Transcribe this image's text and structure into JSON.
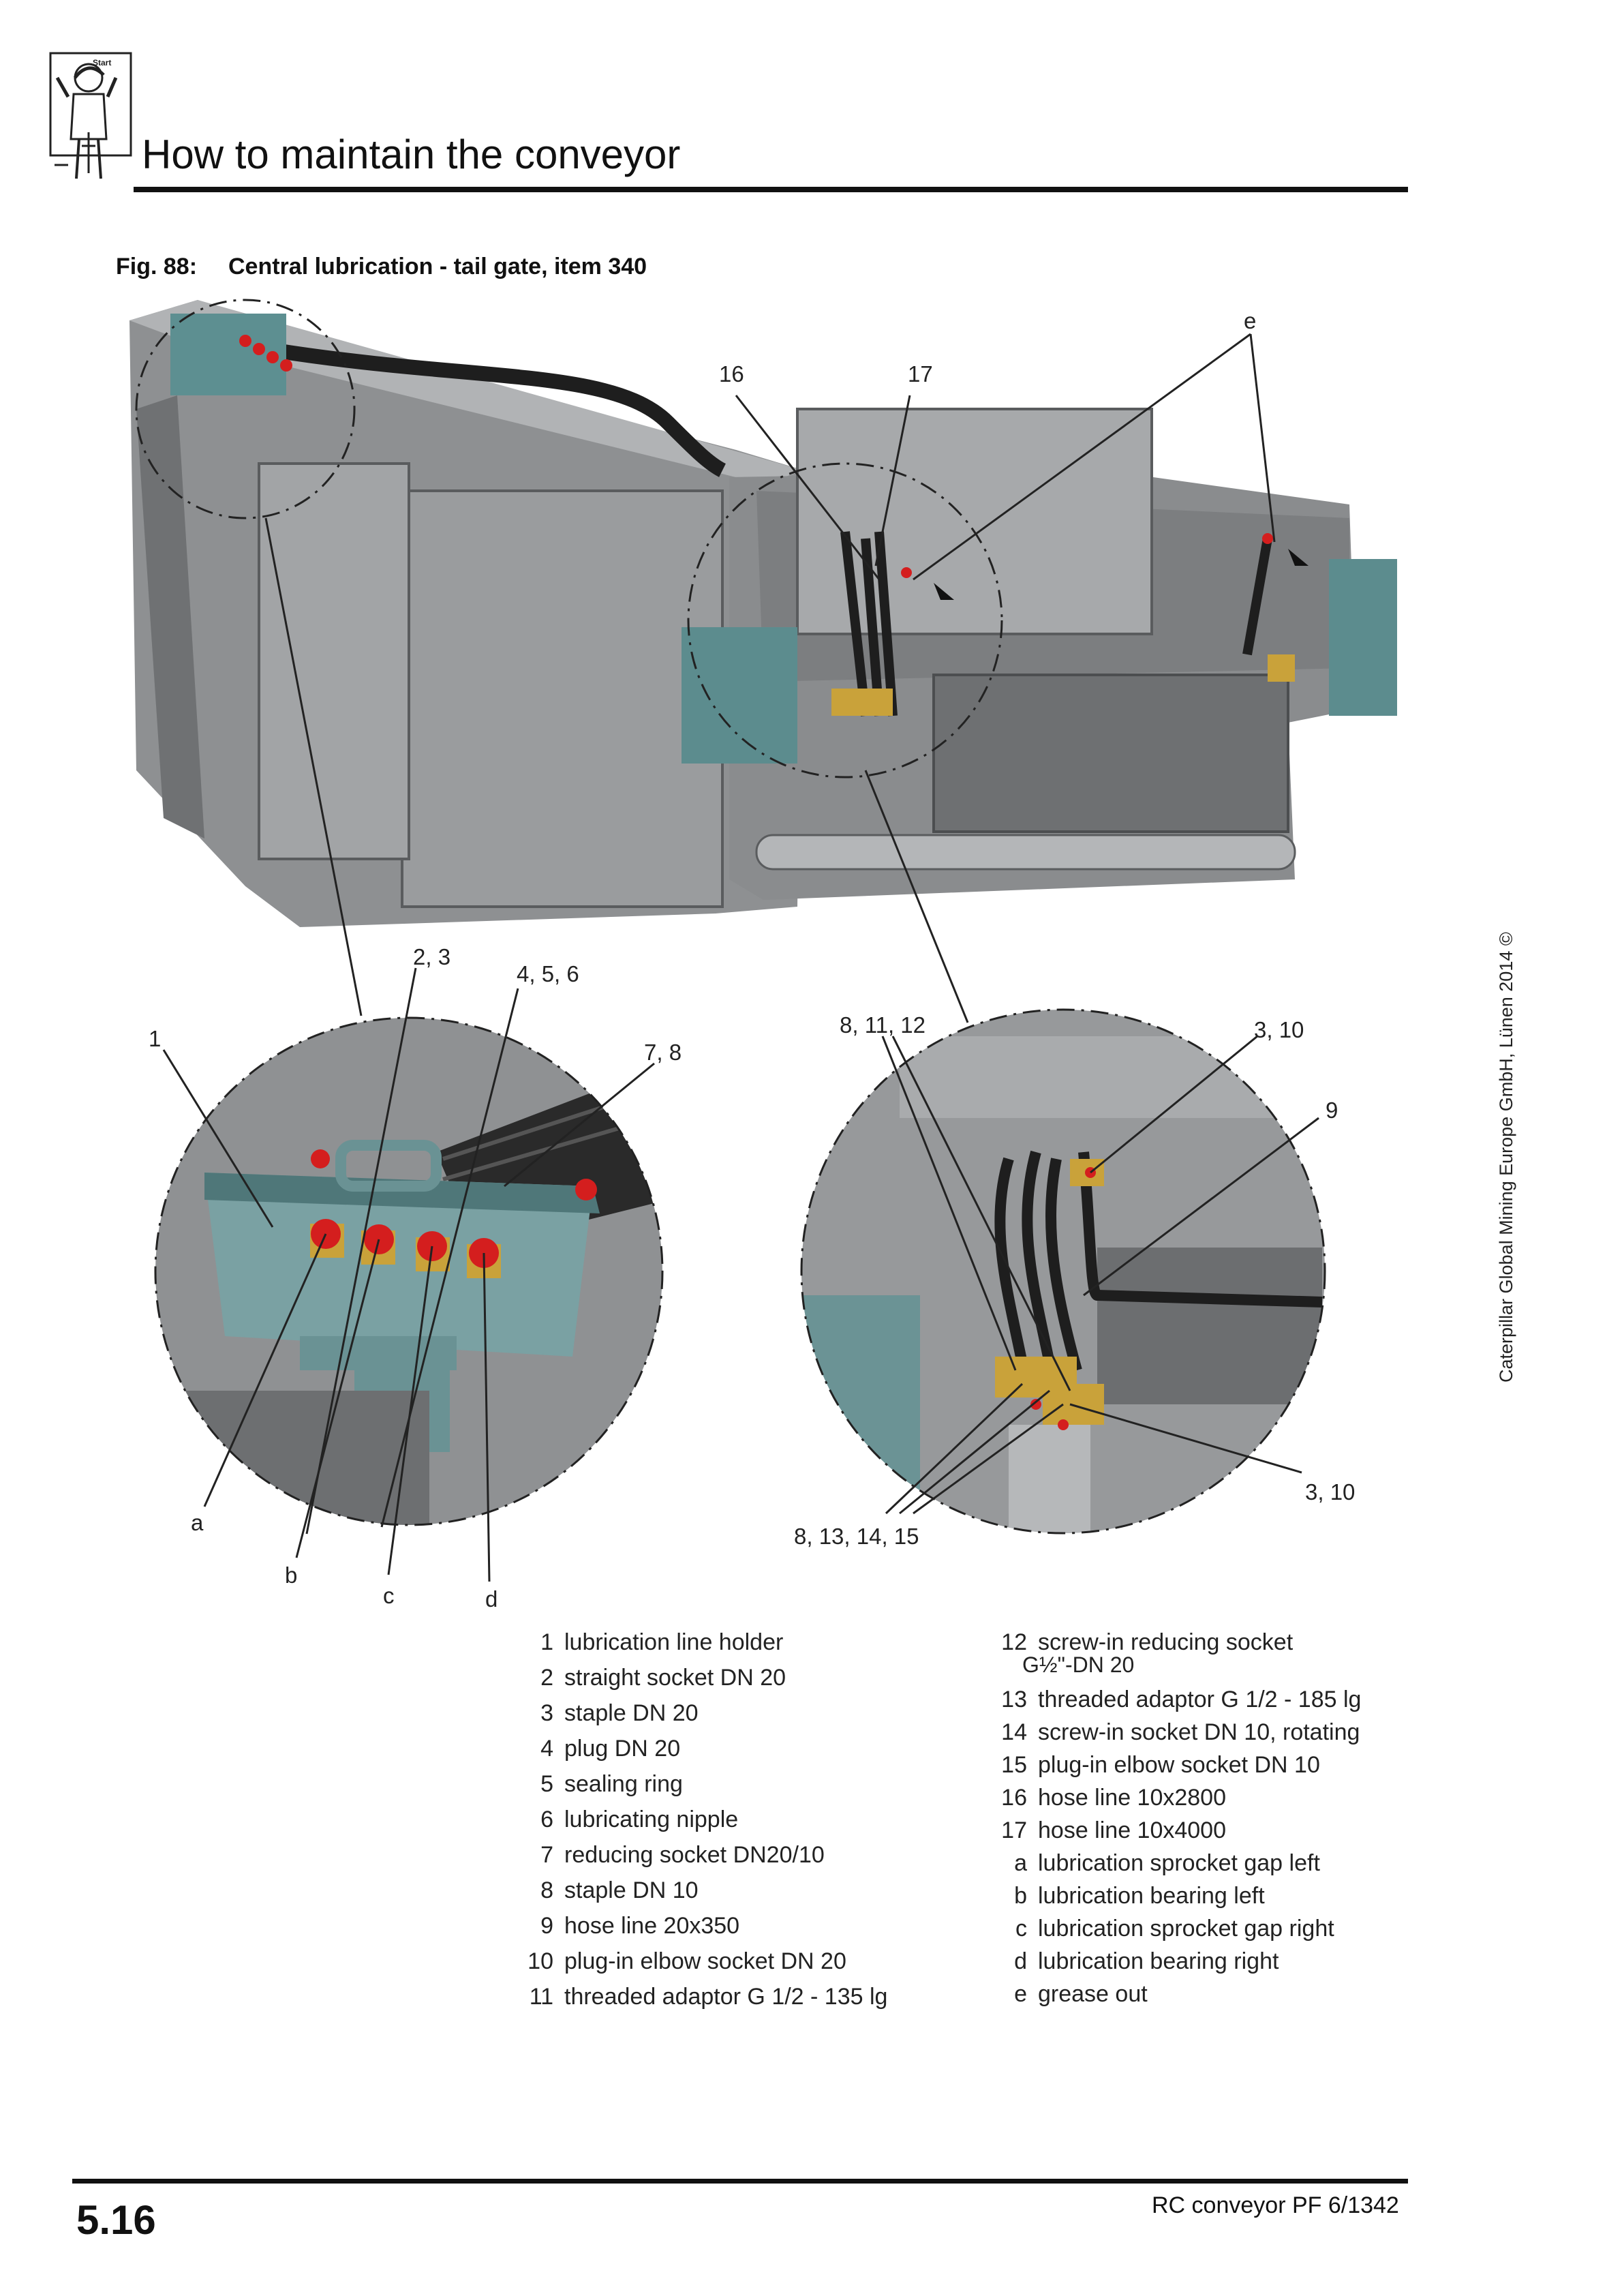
{
  "header": {
    "title": "How to maintain the conveyor",
    "logo_text": "Start"
  },
  "figure": {
    "number": "Fig. 88:",
    "title": "Central lubrication - tail gate, item 340",
    "callouts": {
      "e": "e",
      "c16": "16",
      "c17": "17",
      "c23": "2, 3",
      "c456": "4, 5, 6",
      "c1": "1",
      "c78": "7, 8",
      "c81112": "8, 11, 12",
      "c310a": "3, 10",
      "c9": "9",
      "c310b": "3, 10",
      "c8131415": "8, 13, 14, 15",
      "a": "a",
      "b": "b",
      "c": "c",
      "d": "d"
    }
  },
  "legend": {
    "left": [
      {
        "key": "1",
        "text": "lubrication line holder"
      },
      {
        "key": "2",
        "text": "straight socket DN 20"
      },
      {
        "key": "3",
        "text": "staple DN 20"
      },
      {
        "key": "4",
        "text": "plug DN 20"
      },
      {
        "key": "5",
        "text": "sealing ring"
      },
      {
        "key": "6",
        "text": "lubricating nipple"
      },
      {
        "key": "7",
        "text": "reducing socket DN20/10"
      },
      {
        "key": "8",
        "text": "staple DN 10"
      },
      {
        "key": "9",
        "text": "hose line 20x350"
      },
      {
        "key": "10",
        "text": "plug-in elbow socket DN 20"
      },
      {
        "key": "11",
        "text": "threaded adaptor G 1/2 - 135 lg"
      }
    ],
    "right": [
      {
        "key": "12",
        "text": "screw-in reducing socket",
        "cont": "G½\"-DN 20"
      },
      {
        "key": "13",
        "text": "threaded adaptor G 1/2 - 185 lg"
      },
      {
        "key": "14",
        "text": "screw-in socket DN 10, rotating"
      },
      {
        "key": "15",
        "text": "plug-in elbow socket DN 10"
      },
      {
        "key": "16",
        "text": "hose line 10x2800"
      },
      {
        "key": "17",
        "text": "hose line 10x4000"
      },
      {
        "key": "a",
        "text": "lubrication sprocket gap left"
      },
      {
        "key": "b",
        "text": "lubrication bearing left"
      },
      {
        "key": "c",
        "text": "lubrication sprocket gap right"
      },
      {
        "key": "d",
        "text": "lubrication bearing right"
      },
      {
        "key": "e",
        "text": "grease out"
      }
    ]
  },
  "footer": {
    "page_number": "5.16",
    "document": "RC conveyor PF 6/1342",
    "copyright": "Caterpillar Global Mining Europe GmbH, Lünen 2014 ©"
  }
}
